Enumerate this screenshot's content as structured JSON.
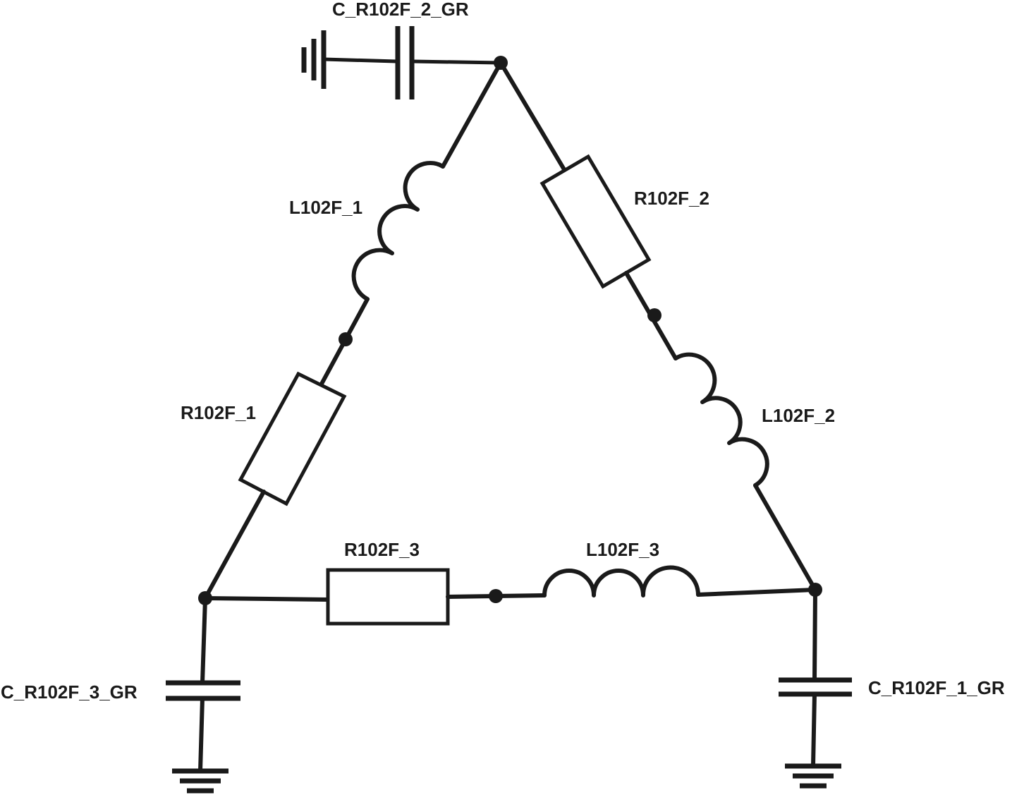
{
  "components": {
    "c_r102f_2_gr": "C_R102F_2_GR",
    "l102f_1": "L102F_1",
    "r102f_2": "R102F_2",
    "r102f_1": "R102F_1",
    "l102f_2": "L102F_2",
    "r102f_3": "R102F_3",
    "l102f_3": "L102F_3",
    "c_r102f_3_gr": "C_R102F_3_GR",
    "c_r102f_1_gr": "C_R102F_1_GR"
  },
  "colors": {
    "ink": "#1a1a1a",
    "background": "#ffffff"
  }
}
